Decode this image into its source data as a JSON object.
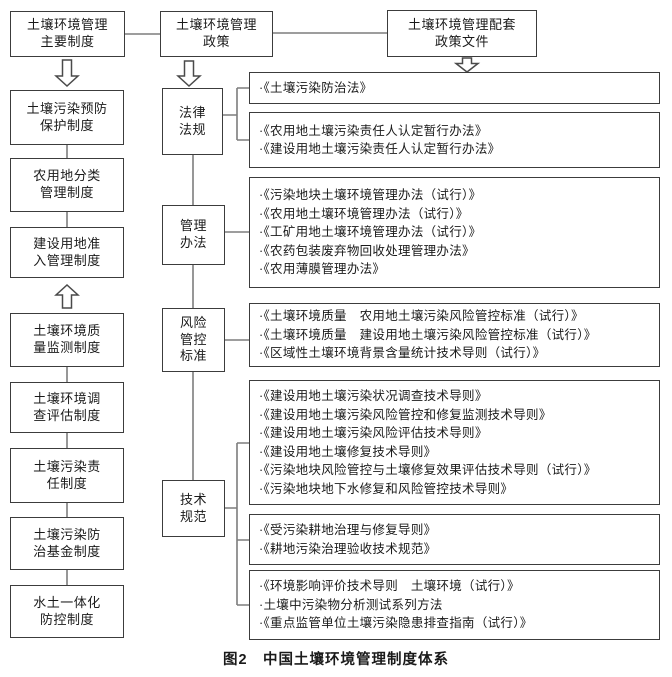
{
  "figure": {
    "caption": "图2　中国土壤环境管理制度体系"
  },
  "colors": {
    "background": "#ffffff",
    "box_border": "#3c3c3c",
    "connector_line": "#7d7d7d",
    "arrow_outline": "#4a4a4a",
    "text": "#1a1a1a"
  },
  "top_row": {
    "main_system": "土壤环境管理\n主要制度",
    "policy": "土壤环境管理\n政策",
    "supporting_docs": "土壤环境管理配套\n政策文件"
  },
  "left_column": [
    "土壤污染预防\n保护制度",
    "农用地分类\n管理制度",
    "建设用地准\n入管理制度",
    "土壤环境质\n量监测制度",
    "土壤环境调\n查评估制度",
    "土壤污染责\n任制度",
    "土壤污染防\n治基金制度",
    "水土一体化\n防控制度"
  ],
  "categories": [
    "法律\n法规",
    "管理\n办法",
    "风险\n管控\n标准",
    "技术\n规范"
  ],
  "right_lists": [
    {
      "items": [
        "·《土壤污染防治法》"
      ]
    },
    {
      "items": [
        "·《农用地土壤污染责任人认定暂行办法》",
        "·《建设用地土壤污染责任人认定暂行办法》"
      ]
    },
    {
      "items": [
        "·《污染地块土壤环境管理办法（试行）》",
        "·《农用地土壤环境管理办法（试行）》",
        "·《工矿用地土壤环境管理办法（试行）》",
        "·《农药包装废弃物回收处理管理办法》",
        "·《农用薄膜管理办法》"
      ]
    },
    {
      "items": [
        "·《土壤环境质量　农用地土壤污染风险管控标准（试行）》",
        "·《土壤环境质量　建设用地土壤污染风险管控标准（试行）》",
        "·《区域性土壤环境背景含量统计技术导则（试行）》"
      ]
    },
    {
      "items": [
        "·《建设用地土壤污染状况调查技术导则》",
        "·《建设用地土壤污染风险管控和修复监测技术导则》",
        "·《建设用地土壤污染风险评估技术导则》",
        "·《建设用地土壤修复技术导则》",
        "·《污染地块风险管控与土壤修复效果评估技术导则（试行）》",
        "·《污染地块地下水修复和风险管控技术导则》"
      ]
    },
    {
      "items": [
        "·《受污染耕地治理与修复导则》",
        "·《耕地污染治理验收技术规范》"
      ]
    },
    {
      "items": [
        "·《环境影响评价技术导则　土壤环境（试行）》",
        "·土壤中污染物分析测试系列方法",
        "·《重点监管单位土壤污染隐患排查指南（试行）》"
      ]
    }
  ]
}
